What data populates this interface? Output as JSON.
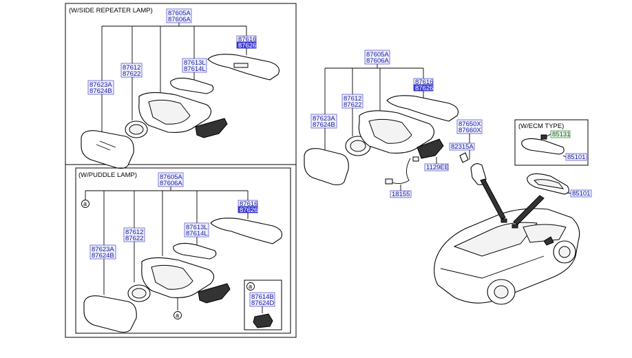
{
  "sections": {
    "side_repeater": {
      "title": "(W/SIDE REPEATER LAMP)"
    },
    "puddle": {
      "title": "(W/PUDDLE LAMP)"
    },
    "ecm": {
      "title": "(W/ECM TYPE)"
    }
  },
  "parts": {
    "p87605a": "87605A",
    "p87606a": "87606A",
    "p87616": "87616",
    "p87626": "87626",
    "p87612": "87612",
    "p87622": "87622",
    "p87613l": "87613L",
    "p87614l": "87614L",
    "p87623a": "87623A",
    "p87624b": "87624B",
    "p87614b": "87614B",
    "p87624d": "87624D",
    "p87650x": "87650X",
    "p87660x": "87660X",
    "p82315a": "82315A",
    "p1129ee": "1129EE",
    "p18155": "18155",
    "p85131": "85131",
    "p85101": "85101"
  },
  "callouts": {
    "a": "a"
  }
}
